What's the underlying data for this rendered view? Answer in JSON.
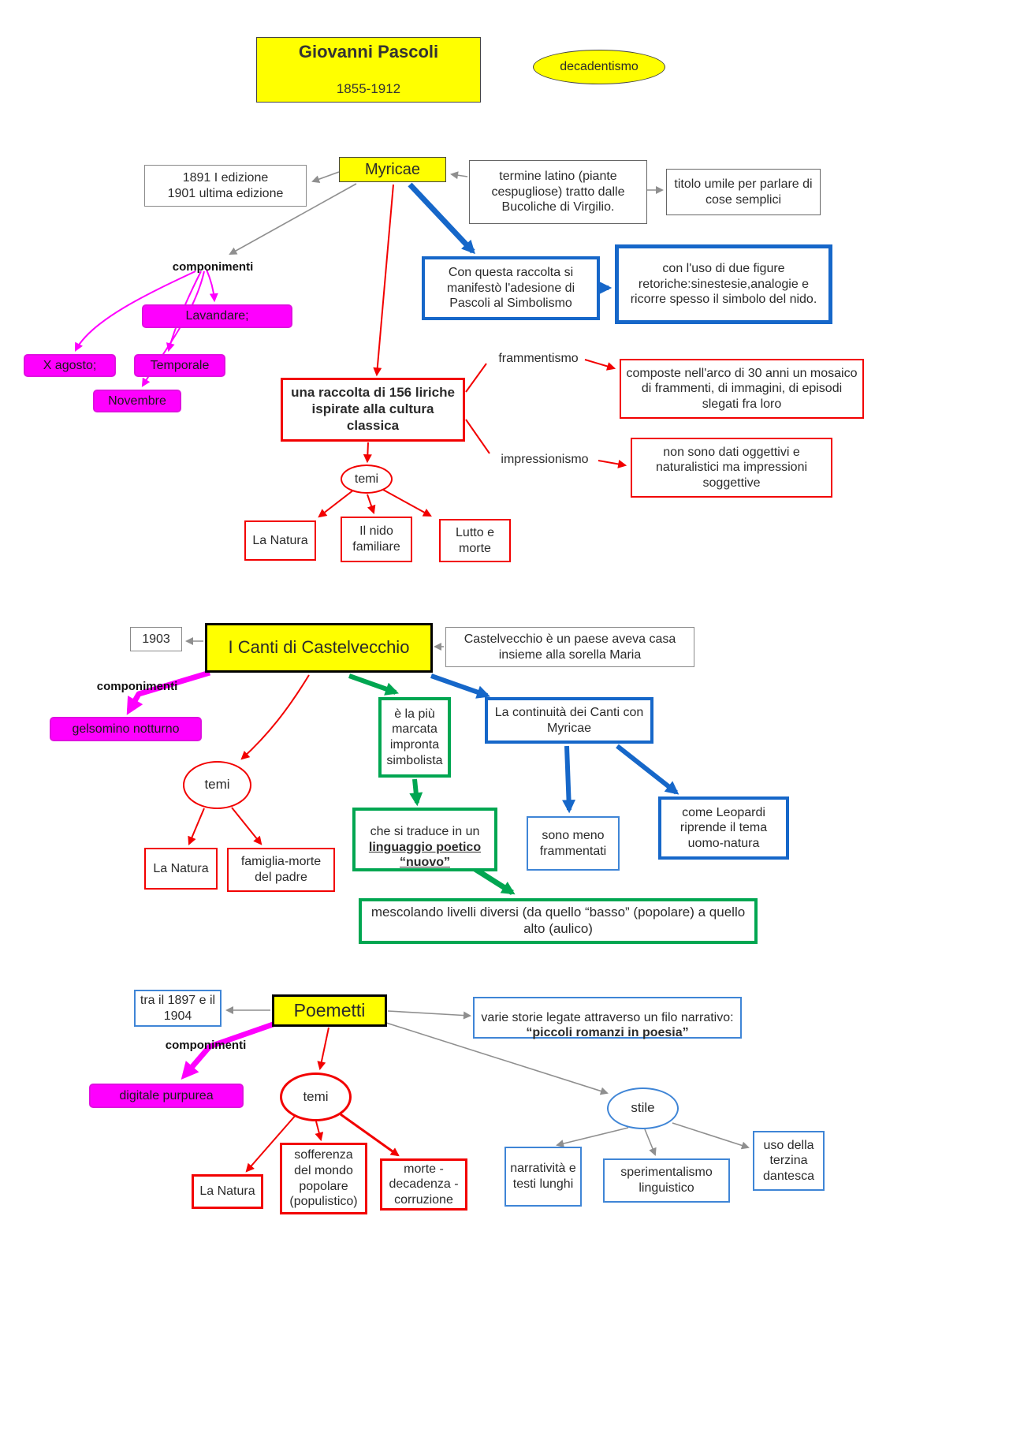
{
  "header": {
    "title": "Giovanni Pascoli",
    "years": "1855-1912",
    "movement": "decadentismo"
  },
  "myricae": {
    "title": "Myricae",
    "editions": "1891 I edizione\n1901 ultima edizione",
    "latin_term": "termine latino (piante cespugliose) tratto dalle Bucoliche di Virgilio.",
    "humble_title": "titolo umile per parlare di cose semplici",
    "componimenti_label": "componimenti",
    "componimenti": [
      "Lavandare;",
      "X agosto;",
      "Temporale",
      "Novembre"
    ],
    "simbolismo": "Con questa raccolta si manifestò l'adesione di Pascoli al Simbolismo",
    "figure_retoriche": "con l'uso di due figure retoriche:sinestesie,analogie e ricorre spesso il simbolo del nido.",
    "raccolta": "una raccolta di 156 liriche ispirate alla cultura classica",
    "frammentismo_label": "frammentismo",
    "frammentismo": "composte nell'arco di 30 anni un mosaico di frammenti, di immagini, di episodi slegati fra loro",
    "impressionismo_label": "impressionismo",
    "impressionismo": "non sono dati oggettivi e naturalistici ma impressioni soggettive",
    "temi_label": "temi",
    "temi": [
      "La Natura",
      "Il nido familiare",
      "Lutto e morte"
    ]
  },
  "castelvecchio": {
    "year": "1903",
    "title": "I Canti di Castelvecchio",
    "paese": "Castelvecchio è un paese aveva casa insieme alla sorella Maria",
    "componimenti_label": "componimenti",
    "componimenti": [
      "gelsomino notturno"
    ],
    "impronta_simbolista": "è la più marcata impronta simbolista",
    "continuita": "La continuità dei Canti con Myricae",
    "temi_label": "temi",
    "temi": [
      "La Natura",
      "famiglia-morte del padre"
    ],
    "linguaggio_prefix": "che si traduce in un ",
    "linguaggio_bold": "linguaggio poetico “nuovo”",
    "meno_frammentati": "sono meno frammentati",
    "leopardi": "come Leopardi riprende il tema uomo-natura",
    "mescolando": "mescolando livelli diversi (da quello “basso” (popolare) a quello alto (aulico)"
  },
  "poemetti": {
    "periodo": "tra il 1897 e il 1904",
    "title": "Poemetti",
    "storie_prefix": "varie storie legate attraverso un filo narrativo: ",
    "storie_bold": "“piccoli romanzi in poesia”",
    "componimenti_label": "componimenti",
    "componimenti": [
      "digitale purpurea"
    ],
    "temi_label": "temi",
    "temi": [
      "La Natura",
      "sofferenza del mondo popolare (populistico)",
      "morte - decadenza - corruzione"
    ],
    "stile_label": "stile",
    "stile": [
      "narratività e testi lunghi",
      "sperimentalismo linguistico",
      "uso della terzina dantesca"
    ]
  }
}
